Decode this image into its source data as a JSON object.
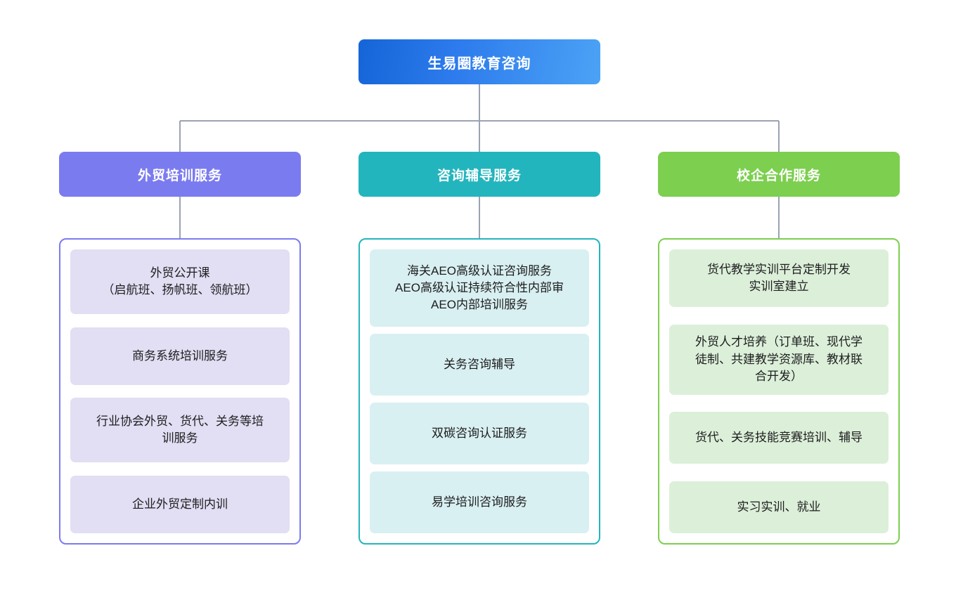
{
  "diagram": {
    "type": "organizational-tree",
    "root": {
      "label": "生易圈教育咨询",
      "color": "#2e7ced"
    },
    "branches": [
      {
        "label": "外贸培训服务",
        "header_color": "#7b7bf0",
        "border_color": "#7b7bf0",
        "card_color": "#e2def3",
        "items": [
          "外贸公开课\n（启航班、扬帆班、领航班）",
          "商务系统培训服务",
          "行业协会外贸、货代、关务等培\n训服务",
          "企业外贸定制内训"
        ]
      },
      {
        "label": "咨询辅导服务",
        "header_color": "#23b5bd",
        "border_color": "#23b5bd",
        "card_color": "#d9f0f2",
        "items": [
          "海关AEO高级认证咨询服务\nAEO高级认证持续符合性内部审\nAEO内部培训服务",
          "关务咨询辅导",
          "双碳咨询认证服务",
          "易学培训咨询服务"
        ]
      },
      {
        "label": "校企合作服务",
        "header_color": "#7ccf4f",
        "border_color": "#7ccf4f",
        "card_color": "#dcf0d9",
        "items": [
          "货代教学实训平台定制开发\n实训室建立",
          "外贸人才培养（订单班、现代学\n徒制、共建教学资源库、教材联\n合开发）",
          "货代、关务技能竞赛培训、辅导",
          "实习实训、就业"
        ]
      }
    ],
    "connector_color": "#9aa3b2"
  }
}
